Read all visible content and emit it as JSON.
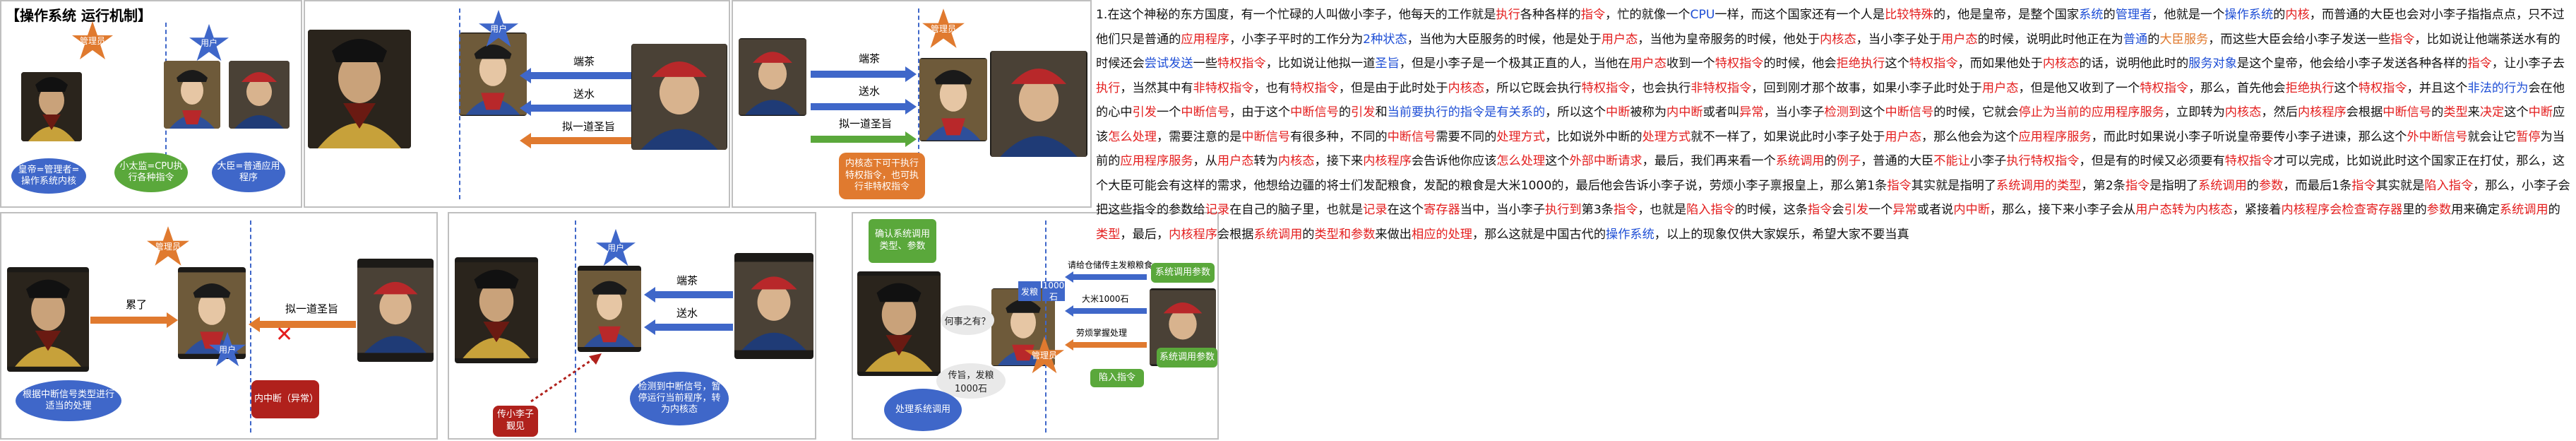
{
  "title": "【操作系统 运行机制】",
  "panel1": {
    "star_left": "管理员",
    "star_mid": "用户",
    "bubble_left": "皇帝=管理者=操作系统内核",
    "bubble_mid": "小太监=CPU执行各种指令",
    "bubble_right": "大臣=普通应用程序"
  },
  "panel2": {
    "star": "用户",
    "arrow1": "端茶",
    "arrow2": "送水",
    "arrow3": "拟一道圣旨"
  },
  "panel3": {
    "star": "管理员",
    "arrow1": "端茶",
    "arrow2": "送水",
    "arrow3": "拟一道圣旨",
    "box": "内核态下可干执行特权指令，也可执行非特权指令"
  },
  "panel4": {
    "star": "管理员",
    "arrow1": "累了",
    "arrow2": "拟一道圣旨",
    "bubble_left": "根据中断信号类型进行适当的处理",
    "box_red": "内中断（异常）",
    "star_mid": "用户"
  },
  "panel5": {
    "star": "用户",
    "arrow1": "端茶",
    "arrow2": "送水",
    "bubble_right": "检测到中断信号，暂停运行当前程序，转为内核态",
    "box_red": "传小李子觐见"
  },
  "panel6": {
    "box_top": "确认系统调用类型、参数",
    "cloud1": "何事之有？",
    "badge_left": "发粮",
    "badge_mid": "1000石",
    "cloud2": "传旨，发粮1000石",
    "arrow1": "请给仓储传主发粮粮食",
    "arrow2": "大米1000石",
    "arrow3": "劳烦掌握处理",
    "box_green1": "系统调用参数",
    "box_green2": "系统调用参数",
    "box_green3": "陷入指令",
    "bubble_bottom": "处理系统调用",
    "star": "管理员"
  },
  "body_segments": [
    {
      "c": "",
      "t": "1.在这个神秘的东方国度，有一个忙碌的人叫做小李子，他每天的工作就是"
    },
    {
      "c": "r",
      "t": "执行"
    },
    {
      "c": "",
      "t": "各种各样的"
    },
    {
      "c": "r",
      "t": "指令"
    },
    {
      "c": "",
      "t": "，忙的就像一个"
    },
    {
      "c": "b",
      "t": "CPU"
    },
    {
      "c": "",
      "t": "一样，而这个国家还有一个人是"
    },
    {
      "c": "r",
      "t": "比较特殊"
    },
    {
      "c": "",
      "t": "的，他是皇帝，是整个国家"
    },
    {
      "c": "b",
      "t": "系统"
    },
    {
      "c": "",
      "t": "的"
    },
    {
      "c": "b",
      "t": "管理者"
    },
    {
      "c": "",
      "t": "，他就是一个"
    },
    {
      "c": "b",
      "t": "操作系统"
    },
    {
      "c": "",
      "t": "的"
    },
    {
      "c": "r",
      "t": "内核"
    },
    {
      "c": "",
      "t": "，而普通的大臣也会对小李子指指点点，只不过他们只是普通的"
    },
    {
      "c": "r",
      "t": "应用程序"
    },
    {
      "c": "",
      "t": "，小李子平时的工作分为"
    },
    {
      "c": "b",
      "t": "2种状态"
    },
    {
      "c": "",
      "t": "，当他为大臣服务的时候，他是处于"
    },
    {
      "c": "r",
      "t": "用户态"
    },
    {
      "c": "",
      "t": "，当他为皇帝服务的时候，他处于"
    },
    {
      "c": "r",
      "t": "内核态"
    },
    {
      "c": "",
      "t": "，当小李子处于"
    },
    {
      "c": "r",
      "t": "用户态"
    },
    {
      "c": "",
      "t": "的时候，说明此时他正在为"
    },
    {
      "c": "b",
      "t": "普通"
    },
    {
      "c": "",
      "t": "的"
    },
    {
      "c": "o",
      "t": "大臣服务"
    },
    {
      "c": "",
      "t": "，而这些大臣会给小李子发送一些"
    },
    {
      "c": "r",
      "t": "指令"
    },
    {
      "c": "",
      "t": "，比如说让他端茶送水有的时候还会"
    },
    {
      "c": "b",
      "t": "尝试发送"
    },
    {
      "c": "",
      "t": "一些"
    },
    {
      "c": "r",
      "t": "特权指令"
    },
    {
      "c": "",
      "t": "，比如说让他拟一道"
    },
    {
      "c": "b",
      "t": "圣旨"
    },
    {
      "c": "",
      "t": "，但是小李子是一个极其正直的人，当他在"
    },
    {
      "c": "r",
      "t": "用户态"
    },
    {
      "c": "",
      "t": "收到一个"
    },
    {
      "c": "r",
      "t": "特权指令"
    },
    {
      "c": "",
      "t": "的时候，他会"
    },
    {
      "c": "r",
      "t": "拒绝执行"
    },
    {
      "c": "",
      "t": "这个"
    },
    {
      "c": "r",
      "t": "特权指令"
    },
    {
      "c": "",
      "t": "，而如果他处于"
    },
    {
      "c": "r",
      "t": "内核态"
    },
    {
      "c": "",
      "t": "的话，说明他此时的"
    },
    {
      "c": "b",
      "t": "服务对象"
    },
    {
      "c": "",
      "t": "是这个皇帝，他会给小李子发送各种各样的"
    },
    {
      "c": "r",
      "t": "指令"
    },
    {
      "c": "",
      "t": "，让小李子去"
    },
    {
      "c": "r",
      "t": "执行"
    },
    {
      "c": "",
      "t": "，当然其中有"
    },
    {
      "c": "r",
      "t": "非特权指令"
    },
    {
      "c": "",
      "t": "，也有"
    },
    {
      "c": "r",
      "t": "特权指令"
    },
    {
      "c": "",
      "t": "，但是由于此时处于"
    },
    {
      "c": "r",
      "t": "内核态"
    },
    {
      "c": "",
      "t": "，所以它既会执行"
    },
    {
      "c": "r",
      "t": "特权指令"
    },
    {
      "c": "",
      "t": "，也会执行"
    },
    {
      "c": "r",
      "t": "非特权指令"
    },
    {
      "c": "",
      "t": "，回到刚才那个故事，如果小李子此时处于"
    },
    {
      "c": "r",
      "t": "用户态"
    },
    {
      "c": "",
      "t": "，但是他又收到了一个"
    },
    {
      "c": "r",
      "t": "特权指令"
    },
    {
      "c": "",
      "t": "，那么，首先他会"
    },
    {
      "c": "r",
      "t": "拒绝执行"
    },
    {
      "c": "",
      "t": "这个"
    },
    {
      "c": "r",
      "t": "特权指令"
    },
    {
      "c": "",
      "t": "，并且这个"
    },
    {
      "c": "b",
      "t": "非法的行为"
    },
    {
      "c": "",
      "t": "会在他的心中"
    },
    {
      "c": "r",
      "t": "引发"
    },
    {
      "c": "",
      "t": "一个"
    },
    {
      "c": "r",
      "t": "中断信号"
    },
    {
      "c": "",
      "t": "，由于这个"
    },
    {
      "c": "r",
      "t": "中断信号"
    },
    {
      "c": "",
      "t": "的"
    },
    {
      "c": "r",
      "t": "引发"
    },
    {
      "c": "",
      "t": "和"
    },
    {
      "c": "b",
      "t": "当前要执行的指令是有关系的"
    },
    {
      "c": "",
      "t": "，所以这个"
    },
    {
      "c": "r",
      "t": "中断"
    },
    {
      "c": "",
      "t": "被称为"
    },
    {
      "c": "r",
      "t": "内中断"
    },
    {
      "c": "",
      "t": "或者叫"
    },
    {
      "c": "r",
      "t": "异常"
    },
    {
      "c": "",
      "t": "，当小李子"
    },
    {
      "c": "r",
      "t": "检测到"
    },
    {
      "c": "",
      "t": "这个"
    },
    {
      "c": "r",
      "t": "中断信号"
    },
    {
      "c": "",
      "t": "的时候，它就会"
    },
    {
      "c": "r",
      "t": "停止为当前的应用程序服务"
    },
    {
      "c": "",
      "t": "，立即转为"
    },
    {
      "c": "r",
      "t": "内核态"
    },
    {
      "c": "",
      "t": "，然后"
    },
    {
      "c": "r",
      "t": "内核程序"
    },
    {
      "c": "",
      "t": "会根据"
    },
    {
      "c": "r",
      "t": "中断信号"
    },
    {
      "c": "",
      "t": "的"
    },
    {
      "c": "r",
      "t": "类型"
    },
    {
      "c": "",
      "t": "来"
    },
    {
      "c": "r",
      "t": "决定"
    },
    {
      "c": "",
      "t": "这个"
    },
    {
      "c": "r",
      "t": "中断"
    },
    {
      "c": "",
      "t": "应该"
    },
    {
      "c": "r",
      "t": "怎么处理"
    },
    {
      "c": "",
      "t": "，需要注意的是"
    },
    {
      "c": "r",
      "t": "中断信号"
    },
    {
      "c": "",
      "t": "有很多种，不同的"
    },
    {
      "c": "r",
      "t": "中断信号"
    },
    {
      "c": "",
      "t": "需要不同的"
    },
    {
      "c": "r",
      "t": "处理方式"
    },
    {
      "c": "",
      "t": "，比如说外中断的"
    },
    {
      "c": "r",
      "t": "处理方式"
    },
    {
      "c": "",
      "t": "就不一样了，如果说此时小李子处于"
    },
    {
      "c": "r",
      "t": "用户态"
    },
    {
      "c": "",
      "t": "，那么他会为这个"
    },
    {
      "c": "r",
      "t": "应用程序服务"
    },
    {
      "c": "",
      "t": "，而此时如果说小李子听说皇帝要传小李子进谏，那么这个"
    },
    {
      "c": "r",
      "t": "外中断信号"
    },
    {
      "c": "",
      "t": "就会让它"
    },
    {
      "c": "r",
      "t": "暂停"
    },
    {
      "c": "",
      "t": "为当前的"
    },
    {
      "c": "r",
      "t": "应用程序服务"
    },
    {
      "c": "",
      "t": "，从"
    },
    {
      "c": "r",
      "t": "用户态"
    },
    {
      "c": "",
      "t": "转为"
    },
    {
      "c": "r",
      "t": "内核态"
    },
    {
      "c": "",
      "t": "，接下来"
    },
    {
      "c": "r",
      "t": "内核程序"
    },
    {
      "c": "",
      "t": "会告诉他你应该"
    },
    {
      "c": "r",
      "t": "怎么处理"
    },
    {
      "c": "",
      "t": "这个"
    },
    {
      "c": "r",
      "t": "外部中断请求"
    },
    {
      "c": "",
      "t": "，最后，我们再来看一个"
    },
    {
      "c": "r",
      "t": "系统调用"
    },
    {
      "c": "",
      "t": "的"
    },
    {
      "c": "r",
      "t": "例子"
    },
    {
      "c": "",
      "t": "，普通的大臣"
    },
    {
      "c": "r",
      "t": "不能让"
    },
    {
      "c": "",
      "t": "小李子"
    },
    {
      "c": "r",
      "t": "执行特权指令"
    },
    {
      "c": "",
      "t": "，但是有的时候又必须要有"
    },
    {
      "c": "r",
      "t": "特权指令"
    },
    {
      "c": "",
      "t": "才可以完成，比如说此时这个国家正在打仗，那么，这个大臣可能会有这样的需求，他想给边疆的将士们发配粮食，发配的粮食是大米1000的，最后他会告诉小李子说，劳烦小李子禀报皇上，那么第1条"
    },
    {
      "c": "r",
      "t": "指令"
    },
    {
      "c": "",
      "t": "其实就是指明了"
    },
    {
      "c": "r",
      "t": "系统调用的类型"
    },
    {
      "c": "",
      "t": "，第2条"
    },
    {
      "c": "r",
      "t": "指令"
    },
    {
      "c": "",
      "t": "是指明了"
    },
    {
      "c": "r",
      "t": "系统调用"
    },
    {
      "c": "",
      "t": "的"
    },
    {
      "c": "r",
      "t": "参数"
    },
    {
      "c": "",
      "t": "，而最后1条"
    },
    {
      "c": "r",
      "t": "指令"
    },
    {
      "c": "",
      "t": "其实就是"
    },
    {
      "c": "r",
      "t": "陷入指令"
    },
    {
      "c": "",
      "t": "，那么，小李子会把这些指令的参数给"
    },
    {
      "c": "r",
      "t": "记录"
    },
    {
      "c": "",
      "t": "在自己的脑子里，也就是"
    },
    {
      "c": "r",
      "t": "记录"
    },
    {
      "c": "",
      "t": "在这个"
    },
    {
      "c": "r",
      "t": "寄存器"
    },
    {
      "c": "",
      "t": "当中，当小李子"
    },
    {
      "c": "r",
      "t": "执行到"
    },
    {
      "c": "",
      "t": "第3条"
    },
    {
      "c": "r",
      "t": "指令"
    },
    {
      "c": "",
      "t": "，也就是"
    },
    {
      "c": "r",
      "t": "陷入指令"
    },
    {
      "c": "",
      "t": "的时候，这条"
    },
    {
      "c": "r",
      "t": "指令"
    },
    {
      "c": "",
      "t": "会"
    },
    {
      "c": "r",
      "t": "引发"
    },
    {
      "c": "",
      "t": "一个"
    },
    {
      "c": "r",
      "t": "异常"
    },
    {
      "c": "",
      "t": "或者说"
    },
    {
      "c": "r",
      "t": "内中断"
    },
    {
      "c": "",
      "t": "，那么，接下来小李子会从"
    },
    {
      "c": "r",
      "t": "用户态转为内核态"
    },
    {
      "c": "",
      "t": "，紧接着"
    },
    {
      "c": "r",
      "t": "内核程序会检查寄存器"
    },
    {
      "c": "",
      "t": "里的"
    },
    {
      "c": "r",
      "t": "参数"
    },
    {
      "c": "",
      "t": "用来确定"
    },
    {
      "c": "r",
      "t": "系统调用"
    },
    {
      "c": "",
      "t": "的"
    },
    {
      "c": "r",
      "t": "类型"
    },
    {
      "c": "",
      "t": "，最后，"
    },
    {
      "c": "r",
      "t": "内核程序"
    },
    {
      "c": "",
      "t": "会根据"
    },
    {
      "c": "r",
      "t": "系统调用"
    },
    {
      "c": "",
      "t": "的"
    },
    {
      "c": "r",
      "t": "类型和参数"
    },
    {
      "c": "",
      "t": "来做出"
    },
    {
      "c": "r",
      "t": "相应的处理"
    },
    {
      "c": "",
      "t": "，那么这就是中国古代的"
    },
    {
      "c": "b",
      "t": "操作系统"
    },
    {
      "c": "",
      "t": "，以上的现象仅供大家娱乐，希望大家不要当真"
    }
  ],
  "colors": {
    "blue": "#3f67c9",
    "green": "#5aa83b",
    "orange": "#e07a2f",
    "red_text": "#e41e1e",
    "blue_text": "#1f4fd6"
  }
}
